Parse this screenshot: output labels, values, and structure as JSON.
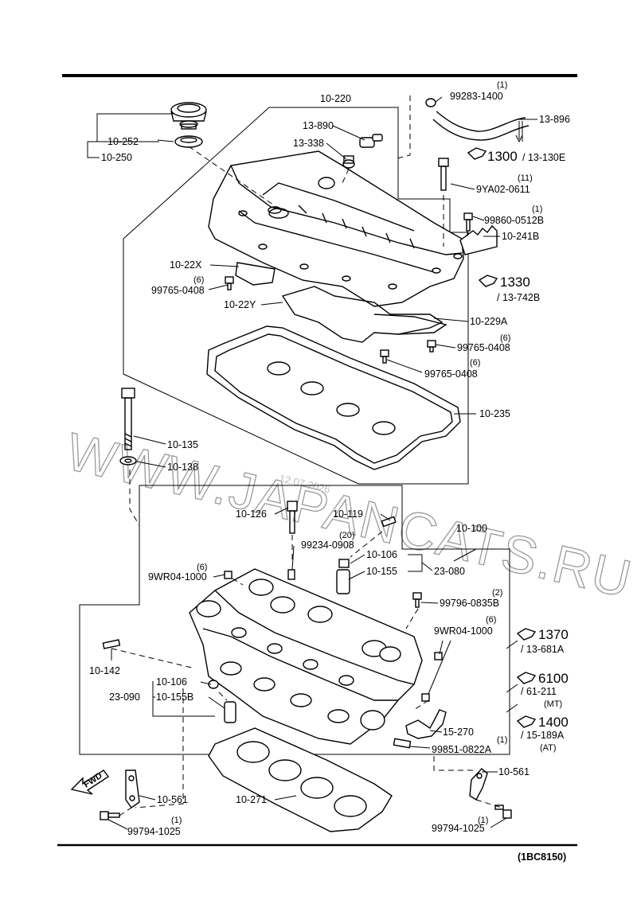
{
  "diagram_code": "(1BC8150)",
  "watermark": {
    "text": "WWW.JAPANCATS.RU",
    "date": "12.07.2026"
  },
  "labels": {
    "l_10_220": "10-220",
    "l_10_252": "10-252",
    "l_10_250": "10-250",
    "l_13_890": "13-890",
    "l_13_338": "13-338",
    "l_99283_1400_qty": "(1)",
    "l_99283_1400": "99283-1400",
    "l_13_896": "13-896",
    "l_1300": "1300",
    "l_13_130e": "/ 13-130E",
    "l_9ya02_qty": "(11)",
    "l_9ya02": "9YA02-0611",
    "l_99860_qty": "(1)",
    "l_99860": "99860-0512B",
    "l_10_241b": "10-241B",
    "l_10_22x": "10-22X",
    "l_99765a_qty": "(6)",
    "l_99765a": "99765-0408",
    "l_1330": "1330",
    "l_13_742b": "/ 13-742B",
    "l_10_22y": "10-22Y",
    "l_10_229a": "10-229A",
    "l_99765b_qty": "(6)",
    "l_99765b": "99765-0408",
    "l_99765c_qty": "(6)",
    "l_99765c": "99765-0408",
    "l_10_235": "10-235",
    "l_10_135": "10-135",
    "l_10_138": "10-138",
    "l_10_126": "10-126",
    "l_10_119": "10-119",
    "l_10_100": "10-100",
    "l_99234_qty": "(20)",
    "l_99234": "99234-0908",
    "l_10_106_a": "10-106",
    "l_10_155_a": "10-155",
    "l_23_080": "23-080",
    "l_9wr04a_qty": "(6)",
    "l_9wr04a": "9WR04-1000",
    "l_99796_qty": "(2)",
    "l_99796": "99796-0835B",
    "l_9wr04b_qty": "(6)",
    "l_9wr04b": "9WR04-1000",
    "l_10_142": "10-142",
    "l_10_106_b": "10-106",
    "l_23_090": "23-090",
    "l_10_155b": "10-155B",
    "l_1370": "1370",
    "l_13_681a": "/ 13-681A",
    "l_6100": "6100",
    "l_61_211": "/ 61-211",
    "l_mt": "(MT)",
    "l_1400": "1400",
    "l_15_189a": "/ 15-189A",
    "l_at": "(AT)",
    "l_15_270": "15-270",
    "l_99851_qty": "(1)",
    "l_99851": "99851-0822A",
    "l_10_561_r": "10-561",
    "l_10_561_l": "10-561",
    "l_10_271": "10-271",
    "l_99794_l_qty": "(1)",
    "l_99794_l": "99794-1025",
    "l_99794_r_qty": "(1)",
    "l_99794_r": "99794-1025",
    "l_fwd": "FWD"
  }
}
